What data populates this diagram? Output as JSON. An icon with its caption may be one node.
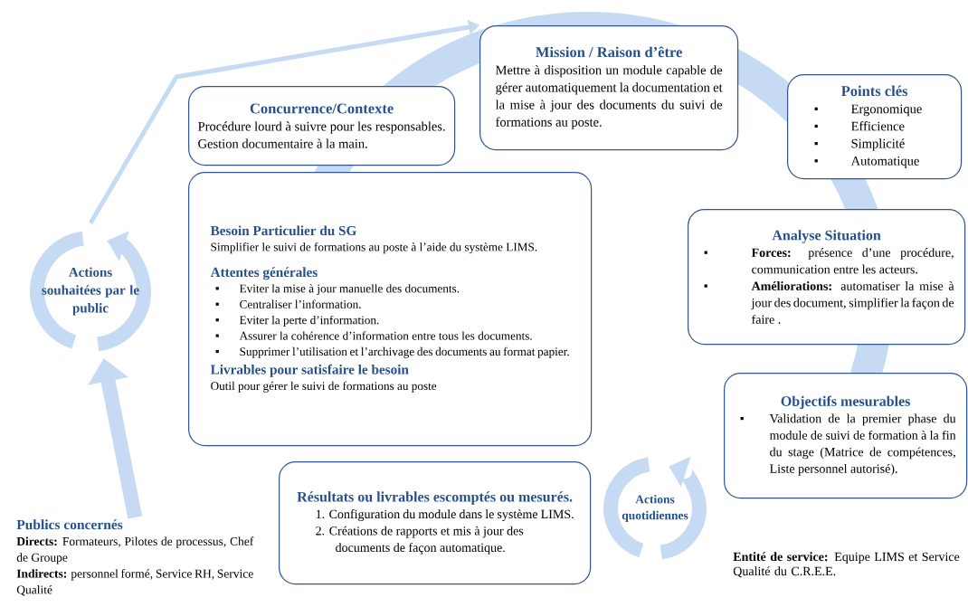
{
  "diagram": {
    "nodes": [
      {
        "text": [
          "Mission / Raison d’être",
          "Mettre à disposition un module capable de gérer automatiquement la documentation et la mise à jour des documents du suivi de formations au poste."
        ]
      },
      {
        "text": [
          "Concurrence/Contexte",
          "Procédure lourd à suivre pour les responsables. Gestion documentaire à la main."
        ]
      },
      {
        "text": [
          "Points clés",
          "Ergonomique",
          "Efficience",
          "Simplicité",
          "Automatique"
        ]
      },
      {
        "text": [
          "Besoin Particulier du SG",
          "Simplifier le suivi de formations au poste à l’aide du système LIMS.",
          "Attentes générales",
          "Eviter la mise à jour manuelle des documents.",
          "Centraliser l’information.",
          "Eviter la perte d’information.",
          "Assurer la cohérence d’information entre tous les documents.",
          "Supprimer l’utilisation et l’archivage des documents au format papier.",
          "Livrables pour satisfaire le besoin",
          "Outil pour gérer le suivi de formations au poste"
        ]
      },
      {
        "text": [
          "Analyse Situation",
          "**Forces:** présence d’une procédure, communication entre les acteurs.",
          "**Améliorations:** automatiser la mise à jour des document, simplifier la façon de faire ."
        ]
      },
      {
        "text": [
          "Actions souhaitées par le public"
        ]
      },
      {
        "text": [
          "Objectifs mesurables",
          "Validation de la premier phase du module de suivi de formation à la fin du stage (Matrice de compétences, Liste personnel autorisé)."
        ]
      },
      {
        "text": [
          "Résultats ou livrables escomptés ou mesurés.",
          "1. Configuration du module dans le système LIMS.",
          "2. Créations de rapports et mis à jour des documents de façon automatique."
        ]
      },
      {
        "text": [
          "Actions quotidiennes"
        ]
      },
      {
        "text": [
          "Publics concernés",
          "**Directs:** Formateurs, Pilotes de processus, Chef de Groupe",
          "**Indirects:** personnel formé, Service RH, Service Qualité"
        ]
      }
    ],
    "edges": [
      {
        "from": 9,
        "to": 5,
        "arrow": "to",
        "style": "thick"
      },
      {
        "from": 5,
        "to": 0,
        "arrow": "to"
      }
    ],
    "labels": [
      "**Entité de service:** Equipe LIMS et Service Qualité du C.R.E.E."
    ]
  }
}
